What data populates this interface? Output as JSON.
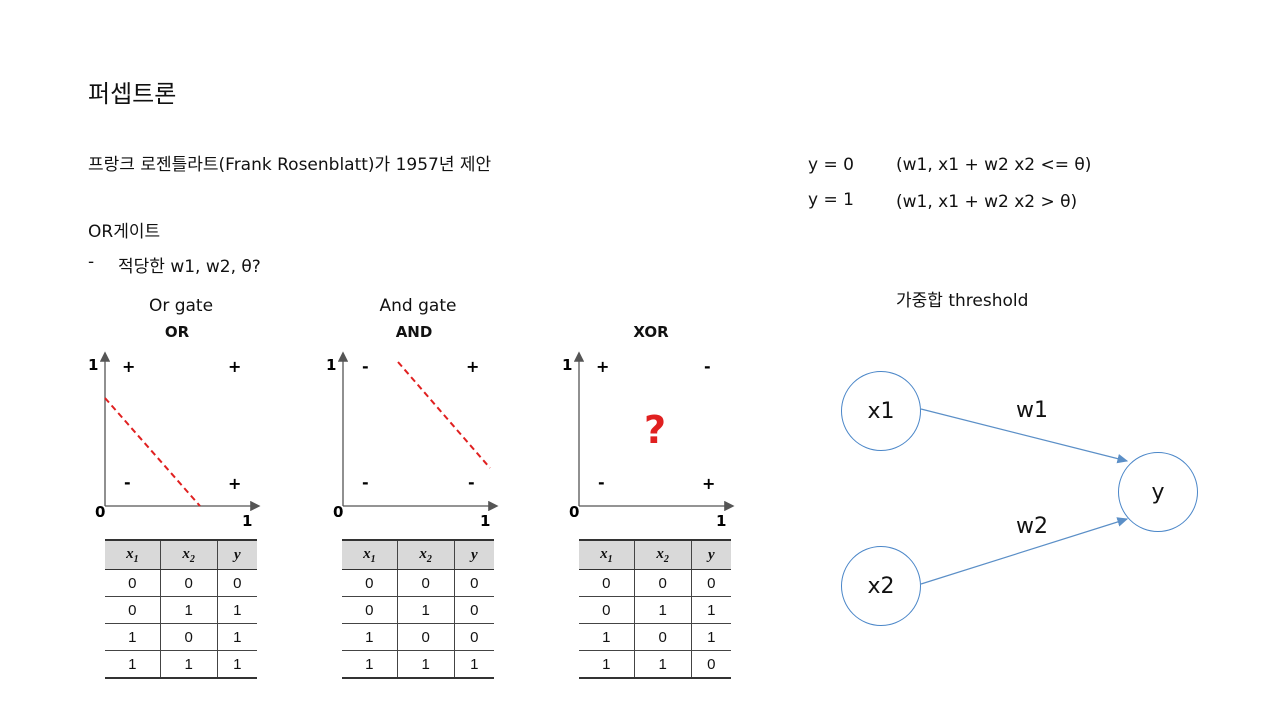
{
  "title": "퍼셉트론",
  "intro": "프랑크 로젠틀라트(Frank Rosenblatt)가 1957년  제안",
  "or_gate_heading": "OR게이트",
  "bullet": {
    "dash": "-",
    "text": "적당한 w1, w2, θ?"
  },
  "gates": [
    {
      "caption": "Or gate",
      "title": "OR",
      "points": {
        "tl": "+",
        "tr": "+",
        "bl": "-",
        "br": "+"
      },
      "axis": {
        "origin": "0",
        "x_one": "1",
        "y_one": "1"
      },
      "table": {
        "headers": [
          "x1",
          "x2",
          "y"
        ],
        "rows": [
          [
            "0",
            "0",
            "0"
          ],
          [
            "0",
            "1",
            "1"
          ],
          [
            "1",
            "0",
            "1"
          ],
          [
            "1",
            "1",
            "1"
          ]
        ]
      }
    },
    {
      "caption": "And gate",
      "title": "AND",
      "points": {
        "tl": "-",
        "tr": "+",
        "bl": "-",
        "br": "-"
      },
      "axis": {
        "origin": "0",
        "x_one": "1",
        "y_one": "1"
      },
      "table": {
        "headers": [
          "x1",
          "x2",
          "y"
        ],
        "rows": [
          [
            "0",
            "0",
            "0"
          ],
          [
            "0",
            "1",
            "0"
          ],
          [
            "1",
            "0",
            "0"
          ],
          [
            "1",
            "1",
            "1"
          ]
        ]
      }
    },
    {
      "caption": "",
      "title": "XOR",
      "points": {
        "tl": "+",
        "tr": "-",
        "bl": "-",
        "br": "+"
      },
      "axis": {
        "origin": "0",
        "x_one": "1",
        "y_one": "1"
      },
      "question": "?",
      "table": {
        "headers": [
          "x1",
          "x2",
          "y"
        ],
        "rows": [
          [
            "0",
            "0",
            "0"
          ],
          [
            "0",
            "1",
            "1"
          ],
          [
            "1",
            "0",
            "1"
          ],
          [
            "1",
            "1",
            "0"
          ]
        ]
      }
    }
  ],
  "formulas": [
    {
      "lhs": "y  =  0",
      "condition": "(w1, x1  +  w2  x2  <=  θ)"
    },
    {
      "lhs": "y  =  1",
      "condition": "(w1, x1  +  w2  x2  >  θ)"
    }
  ],
  "weighted_sum_label": "가중합 threshold",
  "network": {
    "inputs": [
      "x1",
      "x2"
    ],
    "output": "y",
    "weights": [
      "w1",
      "w2"
    ],
    "edge_color": "#5b8fc7"
  },
  "colors": {
    "separator_line": "#e02020",
    "question_mark": "#e02020"
  }
}
